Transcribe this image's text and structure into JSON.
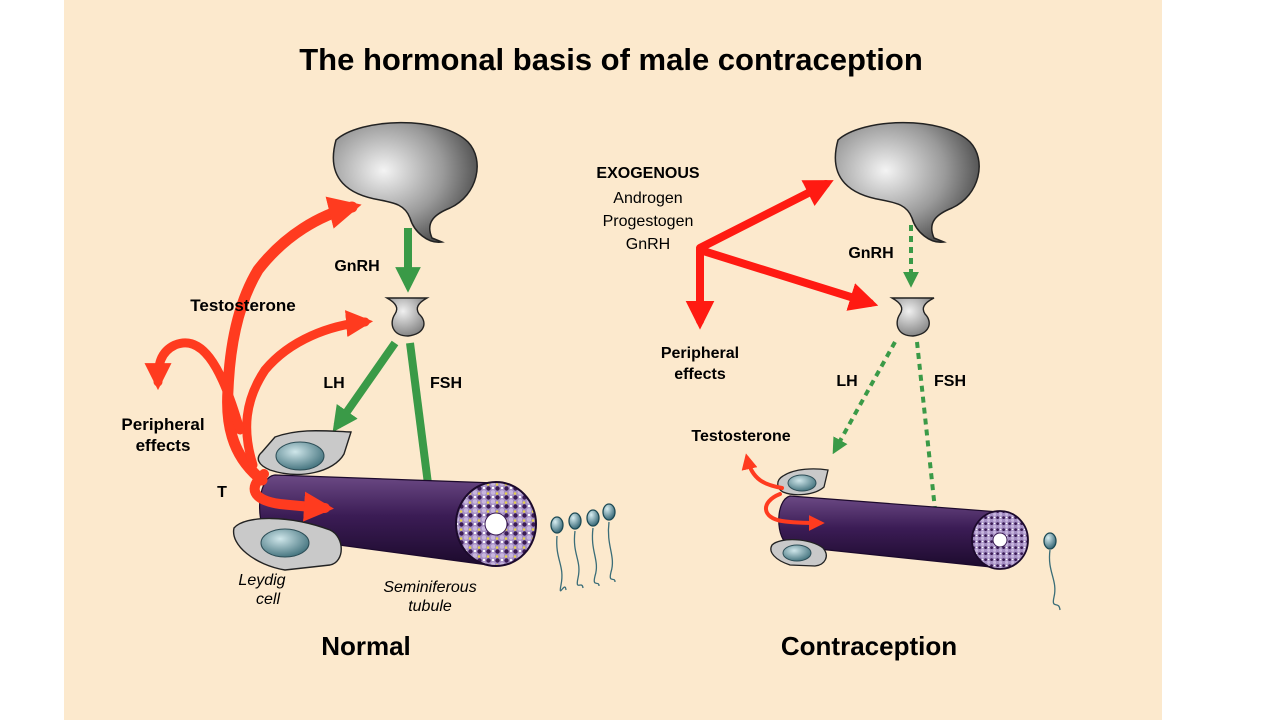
{
  "title": "The hormonal basis of male contraception",
  "colors": {
    "background": "#fce9cd",
    "stimulate": "#3a9a47",
    "testosterone": "#ff3b1f",
    "exogenous": "#ff1a12",
    "tubule": "#3b1c55",
    "cell": "#c9c9c9",
    "nucleus": "#5b8a95"
  },
  "normal": {
    "caption": "Normal",
    "gnrh": "GnRH",
    "testosterone": "Testosterone",
    "peripheral_line1": "Peripheral",
    "peripheral_line2": "effects",
    "lh": "LH",
    "fsh": "FSH",
    "t": "T",
    "leydig_line1": "Leydig",
    "leydig_line2": "cell",
    "tubule_line1": "Seminiferous",
    "tubule_line2": "tubule"
  },
  "contraception": {
    "caption": "Contraception",
    "exogenous_heading": "EXOGENOUS",
    "exogenous_items": [
      "Androgen",
      "Progestogen",
      "GnRH"
    ],
    "gnrh": "GnRH",
    "peripheral_line1": "Peripheral",
    "peripheral_line2": "effects",
    "lh": "LH",
    "fsh": "FSH",
    "testosterone": "Testosterone"
  },
  "icons": {
    "hypothalamus": "hypothalamus-icon",
    "pituitary": "pituitary-icon",
    "leydig_cell": "leydig-cell-icon",
    "seminiferous_tubule": "seminiferous-tubule-icon",
    "sperm": "sperm-icon"
  }
}
